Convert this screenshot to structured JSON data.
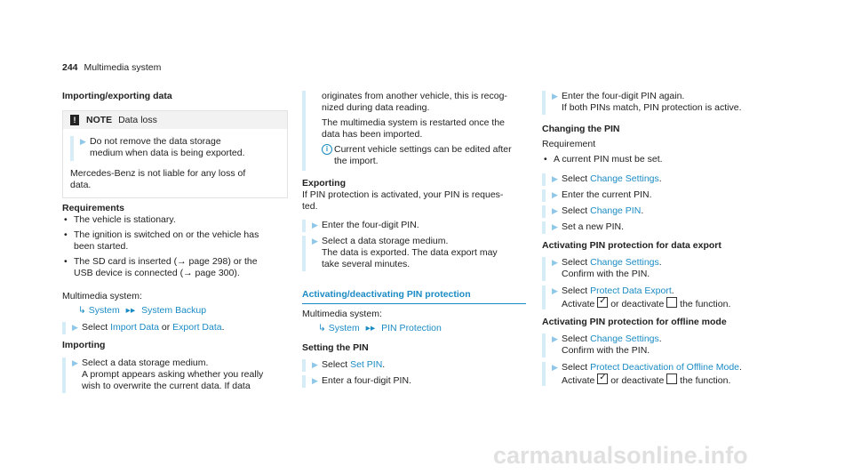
{
  "header": {
    "page_number": "244",
    "section": "Multimedia system"
  },
  "col1": {
    "heading": "Importing/exporting data",
    "note": {
      "label": "NOTE",
      "title": "Data loss",
      "step": "Do not remove the data storage medium when data is being exported.",
      "line2": "medium when data is being exported.",
      "line1": "Do not remove the data storage",
      "text1": "Mercedes-Benz is not liable for any loss of",
      "text2": "data."
    },
    "req_heading": "Requirements",
    "req": [
      "The vehicle is stationary.",
      "The ignition is switched on or the vehicle has",
      "been started.",
      "The SD card is inserted (→ page 298) or the",
      "USB device is connected (→ page 300)."
    ],
    "mm_label": "Multimedia system:",
    "nav": {
      "a": "System",
      "b": "System Backup"
    },
    "select": {
      "pre": "Select ",
      "a": "Import Data",
      "mid": " or ",
      "b": "Export Data",
      "post": "."
    },
    "importing_heading": "Importing",
    "import_step": [
      "Select a data storage medium.",
      "A prompt appears asking whether you really",
      "wish to overwrite the current data. If data"
    ]
  },
  "col2": {
    "cont": [
      "originates from another vehicle, this is recog-",
      "nized during data reading.",
      "The multimedia system is restarted once the",
      "data has been imported."
    ],
    "info": [
      "Current vehicle settings can be edited after",
      "the import."
    ],
    "exporting_heading": "Exporting",
    "exporting_text": [
      "If PIN protection is activated, your PIN is reques-",
      "ted."
    ],
    "step1": "Enter the four-digit PIN.",
    "step2": [
      "Select a data storage medium.",
      "The data is exported. The data export may",
      "take several minutes."
    ],
    "section_title": "Activating/deactivating PIN protection",
    "mm_label": "Multimedia system:",
    "nav": {
      "a": "System",
      "b": "PIN Protection"
    },
    "setting_heading": "Setting the PIN",
    "step3": {
      "pre": "Select ",
      "link": "Set PIN",
      "post": "."
    },
    "step4": "Enter a four-digit PIN."
  },
  "col3": {
    "step1": [
      "Enter the four-digit PIN again.",
      "If both PINs match, PIN protection is active."
    ],
    "changing_heading": "Changing the PIN",
    "req_label": "Requirement",
    "req1": "A current PIN must be set.",
    "s_change": {
      "pre": "Select ",
      "link": "Change Settings",
      "post": "."
    },
    "s_enter": "Enter the current PIN.",
    "s_changepin": {
      "pre": "Select ",
      "link": "Change PIN",
      "post": "."
    },
    "s_new": "Set a new PIN.",
    "act_export_heading": "Activating PIN protection for data export",
    "s_export_change": {
      "pre": "Select ",
      "link": "Change Settings",
      "post": ".",
      "line2": "Confirm with the PIN."
    },
    "s_protect": {
      "pre": "Select ",
      "link": "Protect Data Export",
      "post": ".",
      "l2a": "Activate ",
      "l2b": " or deactivate ",
      "l2c": " the function."
    },
    "act_offline_heading": "Activating PIN protection for offline mode",
    "s_off_change": {
      "pre": "Select ",
      "link": "Change Settings",
      "post": ".",
      "line2": "Confirm with the PIN."
    },
    "s_deact": {
      "pre": "Select ",
      "link": "Protect Deactivation of Offline Mode",
      "post": ".",
      "l2a": "Activate ",
      "l2b": " or deactivate ",
      "l2c": " the function."
    }
  },
  "watermark": "carmanualsonline.info",
  "colors": {
    "link": "#1a8bc4",
    "step_bar": "#d6ecf7",
    "text": "#222222"
  }
}
